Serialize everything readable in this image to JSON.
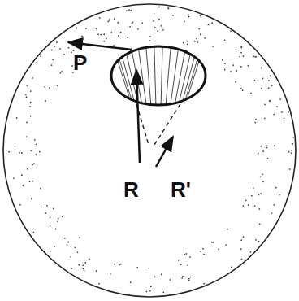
{
  "diagram": {
    "labels": [
      "P",
      "R",
      "R'"
    ]
  }
}
